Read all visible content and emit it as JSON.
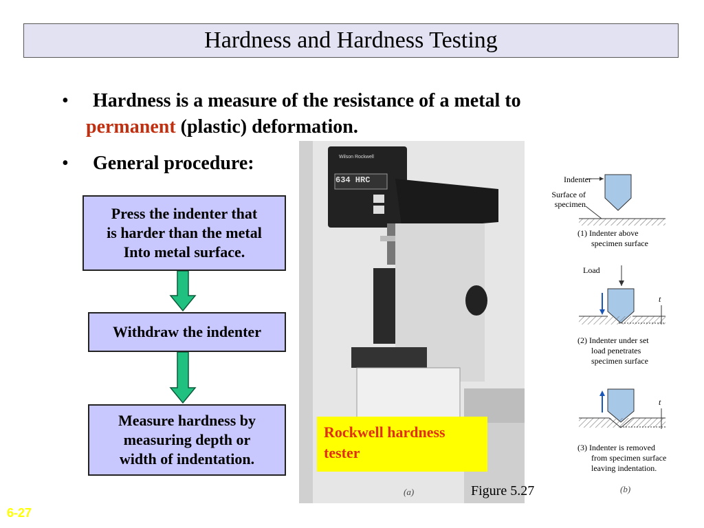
{
  "title": "Hardness and Hardness Testing",
  "bullets": {
    "b1_before": "Hardness is a measure of the resistance of a metal to",
    "b1_red": "permanent",
    "b1_after": "(plastic) deformation.",
    "b2": "General procedure:",
    "marker": "•"
  },
  "flow": {
    "step1": [
      "Press the indenter that",
      "is harder than the metal",
      "Into metal surface."
    ],
    "step2": "Withdraw the indenter",
    "step3": [
      "Measure hardness by",
      "measuring depth or",
      "width of indentation."
    ]
  },
  "photo": {
    "display": "634 HRC",
    "brand": "Wilson Rockwell",
    "caption": [
      "Rockwell hardness",
      "tester"
    ],
    "sublabel": "(a)"
  },
  "figure_label": "Figure 5.27",
  "diagram": {
    "indenter": "Indenter",
    "surface": [
      "Surface of",
      "specimen"
    ],
    "step1": [
      "(1) Indenter above",
      "specimen surface"
    ],
    "load": "Load",
    "t": "t",
    "step2": [
      "(2) Indenter under set",
      "load penetrates",
      "specimen surface"
    ],
    "step3": [
      "(3) Indenter is removed",
      "from specimen surface",
      "leaving indentation."
    ],
    "sublabel": "(b)"
  },
  "slide_number": "6-27",
  "colors": {
    "accent_red": "#c03010",
    "flow_box": "#c8c8ff",
    "arrow": "#20c080",
    "caption_bg": "#ffff00",
    "slide_num": "#ffff00"
  }
}
